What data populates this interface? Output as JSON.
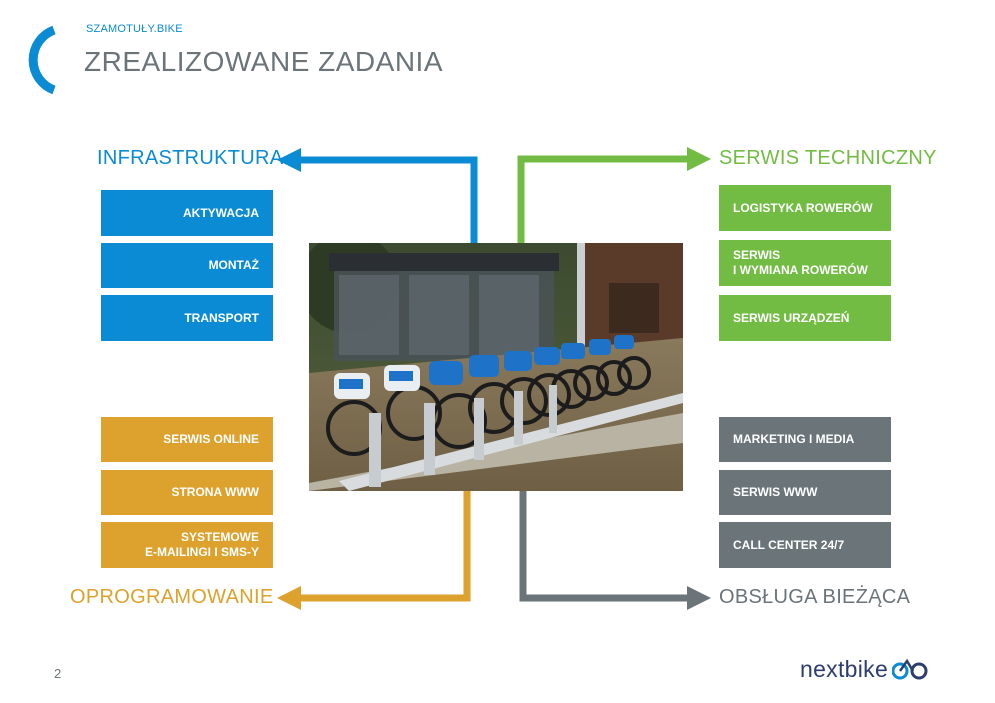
{
  "header": {
    "brand": "SZAMOTUŁY.BIKE",
    "title": "ZREALIZOWANE ZADANIA"
  },
  "colors": {
    "infrastructure": "#0a8bd3",
    "technical": "#72bc44",
    "software": "#dda12d",
    "operations": "#6b7479"
  },
  "infrastructure": {
    "title": "INFRASTRUKTURA",
    "items": [
      "AKTYWACJA",
      "MONTAŻ",
      "TRANSPORT"
    ]
  },
  "technical": {
    "title": "SERWIS TECHNICZNY",
    "items": [
      {
        "lines": [
          "LOGISTYKA ROWERÓW"
        ]
      },
      {
        "lines": [
          "SERWIS",
          "I WYMIANA ROWERÓW"
        ]
      },
      {
        "lines": [
          "SERWIS URZĄDZEŃ"
        ]
      }
    ]
  },
  "software": {
    "title": "OPROGRAMOWANIE",
    "items": [
      {
        "lines": [
          "SERWIS ONLINE"
        ]
      },
      {
        "lines": [
          "STRONA WWW"
        ]
      },
      {
        "lines": [
          "SYSTEMOWE",
          "E-MAILINGI I SMS-Y"
        ]
      }
    ]
  },
  "operations": {
    "title": "OBSŁUGA BIEŻĄCA",
    "items": [
      "MARKETING I MEDIA",
      "SERWIS WWW",
      "CALL CENTER 24/7"
    ]
  },
  "footer": {
    "page_number": "2",
    "logo_text": "nextbike"
  }
}
